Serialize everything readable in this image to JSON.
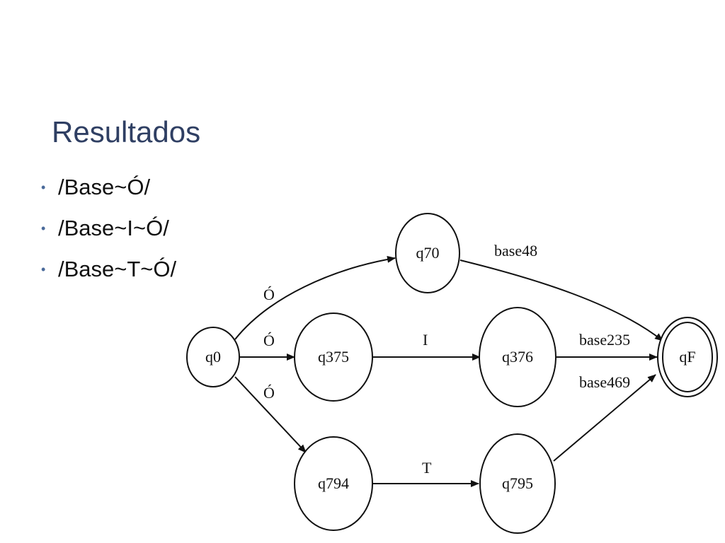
{
  "slide": {
    "title": "Resultados",
    "bullets": [
      "/Base~Ó/",
      "/Base~I~Ó/",
      "/Base~T~Ó/"
    ]
  },
  "diagram": {
    "nodes": [
      {
        "id": "q0",
        "label": "q0",
        "accepting": false
      },
      {
        "id": "q70",
        "label": "q70",
        "accepting": false
      },
      {
        "id": "q375",
        "label": "q375",
        "accepting": false
      },
      {
        "id": "q376",
        "label": "q376",
        "accepting": false
      },
      {
        "id": "q794",
        "label": "q794",
        "accepting": false
      },
      {
        "id": "q795",
        "label": "q795",
        "accepting": false
      },
      {
        "id": "qF",
        "label": "qF",
        "accepting": true
      }
    ],
    "edges": [
      {
        "from": "q0",
        "to": "q70",
        "label": "Ó"
      },
      {
        "from": "q0",
        "to": "q375",
        "label": "Ó"
      },
      {
        "from": "q0",
        "to": "q794",
        "label": "Ó"
      },
      {
        "from": "q70",
        "to": "qF",
        "label": "base48"
      },
      {
        "from": "q375",
        "to": "q376",
        "label": "I"
      },
      {
        "from": "q376",
        "to": "qF",
        "label": "base235"
      },
      {
        "from": "q794",
        "to": "q795",
        "label": "T"
      },
      {
        "from": "q795",
        "to": "qF",
        "label": "base469"
      }
    ]
  }
}
